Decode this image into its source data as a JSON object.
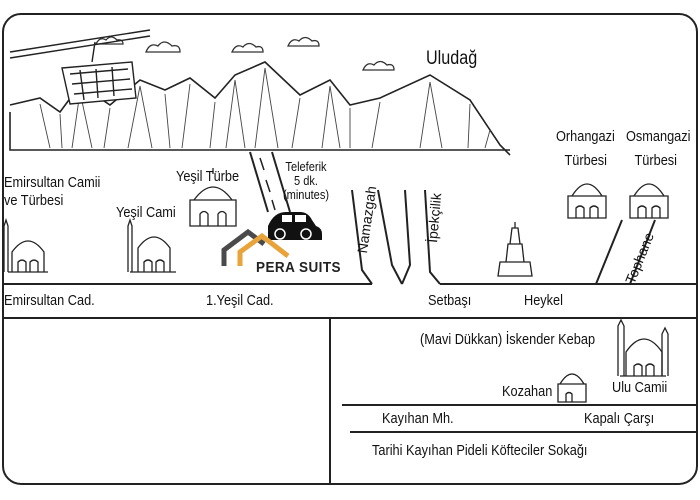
{
  "map": {
    "title": "Uludağ",
    "teleferik": {
      "line1": "Teleferik",
      "line2": "5 dk.",
      "line3": "(minutes)"
    },
    "brand": {
      "name": "PERA SUITS",
      "roof_color": "#e8a33a",
      "roof_color2": "#4a4a4a"
    },
    "landmarks": {
      "emirsultan": {
        "line1": "Emirsultan Camii",
        "line2": "ve Türbesi"
      },
      "yesil_cami": "Yeşil Cami",
      "yesil_turbe": "Yeşil Türbe",
      "orhangazi": {
        "line1": "Orhangazi",
        "line2": "Türbesi"
      },
      "osmangazi": {
        "line1": "Osmangazi",
        "line2": "Türbesi"
      },
      "heykel": "Heykel",
      "iskender": "(Mavi Dükkan) İskender Kebap",
      "kozahan": "Kozahan",
      "ulu_camii": "Ulu Camii"
    },
    "streets": {
      "emirsultan_cad": "Emirsultan  Cad.",
      "yesil_cad": "1.Yeşil  Cad.",
      "setbasi": "Setbaşı",
      "namazgah": "Namazgah",
      "ipekcilik": "İpekçilik",
      "tophane": "Tophane",
      "kayihan_mh": "Kayıhan Mh.",
      "kapali_carsi": "Kapalı Çarşı",
      "tarihi_sokak": "Tarihi Kayıhan Pideli Köfteciler Sokağı"
    }
  }
}
